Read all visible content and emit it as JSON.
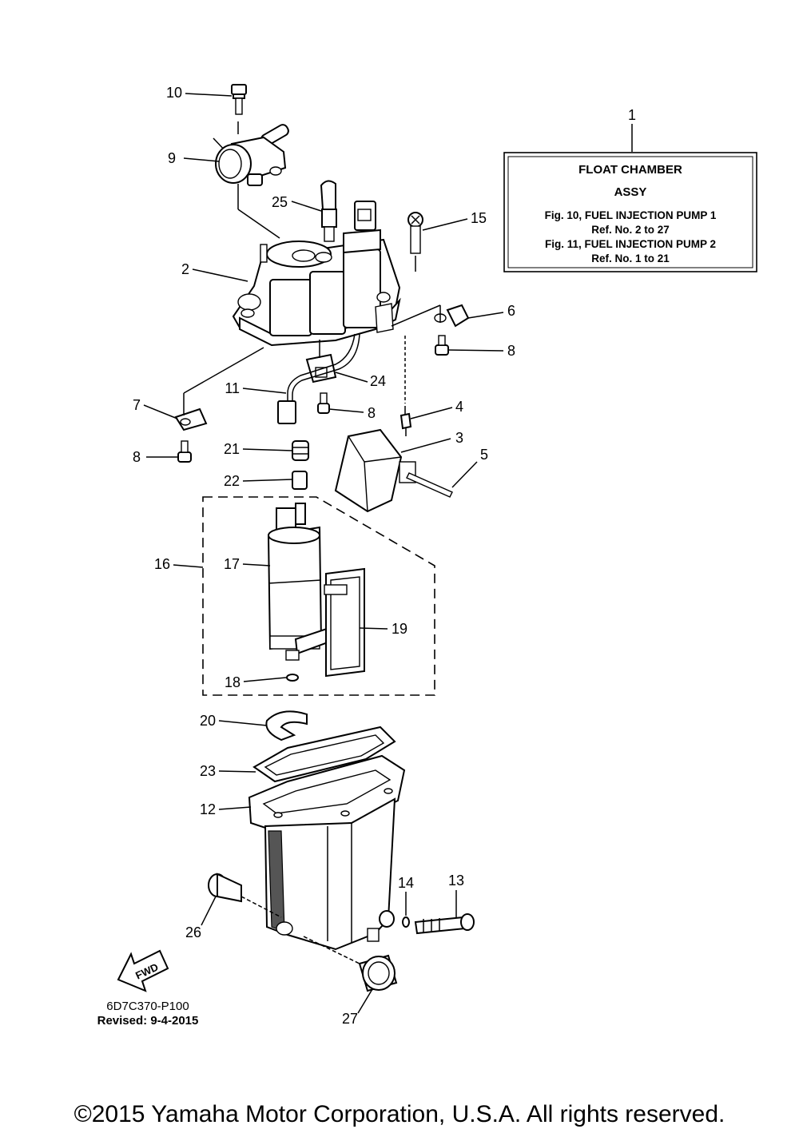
{
  "title_box": {
    "ref_number": "1",
    "line1": "FLOAT CHAMBER",
    "line2": "ASSY",
    "line3": "Fig. 10, FUEL INJECTION PUMP 1",
    "line4": "Ref. No. 2 to 27",
    "line5": "Fig. 11, FUEL INJECTION PUMP 2",
    "line6": "Ref. No. 1 to 21"
  },
  "callouts": {
    "c2": "2",
    "c3": "3",
    "c4": "4",
    "c5": "5",
    "c6": "6",
    "c7": "7",
    "c8a": "8",
    "c8b": "8",
    "c8c": "8",
    "c9": "9",
    "c10": "10",
    "c11": "11",
    "c12": "12",
    "c13": "13",
    "c14": "14",
    "c15": "15",
    "c16": "16",
    "c17": "17",
    "c18": "18",
    "c19": "19",
    "c20": "20",
    "c21": "21",
    "c22": "22",
    "c23": "23",
    "c24": "24",
    "c25": "25",
    "c26": "26",
    "c27": "27"
  },
  "fwd_label": "FWD",
  "drawing_code": "6D7C370-P100",
  "revised": "Revised: 9-4-2015",
  "copyright": "©2015 Yamaha Motor Corporation, U.S.A. All rights reserved."
}
